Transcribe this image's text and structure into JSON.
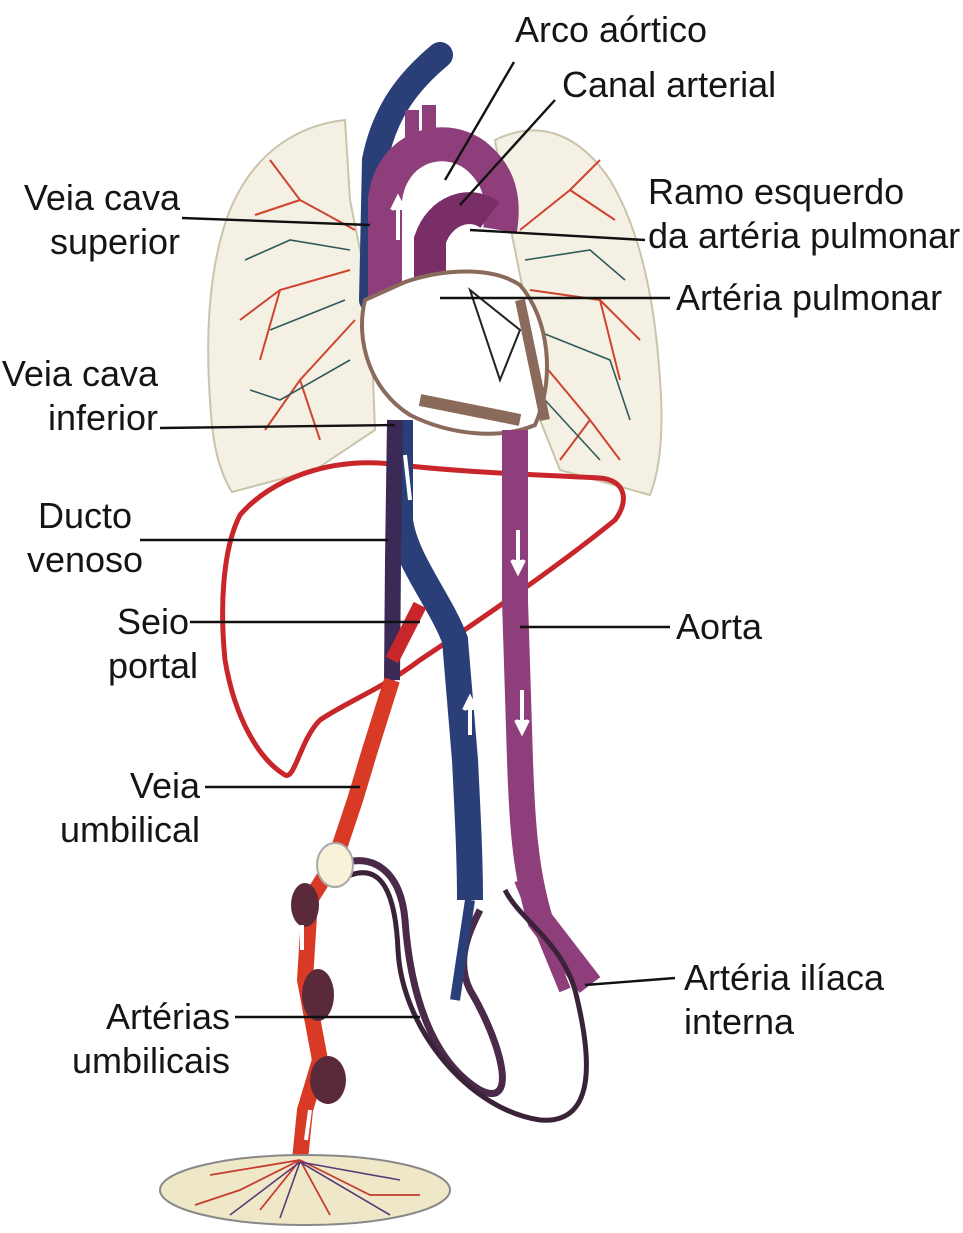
{
  "labels": {
    "arco_aortico": [
      "Arco aórtico"
    ],
    "canal_arterial": [
      "Canal arterial"
    ],
    "ramo_esquerdo": [
      "Ramo esquerdo",
      "da artéria pulmonar"
    ],
    "arteria_pulmonar": [
      "Artéria pulmonar"
    ],
    "veia_cava_superior": [
      "Veia cava",
      "superior"
    ],
    "veia_cava_inferior": [
      "Veia cava",
      "inferior"
    ],
    "ducto_venoso": [
      "Ducto",
      "venoso"
    ],
    "seio_portal": [
      "Seio",
      "portal"
    ],
    "aorta": [
      "Aorta"
    ],
    "veia_umbilical": [
      "Veia",
      "umbilical"
    ],
    "arteria_iliaca_interna": [
      "Artéria ilíaca",
      "interna"
    ],
    "arterias_umbilicais": [
      "Artérias",
      "umbilicais"
    ]
  },
  "colors": {
    "vein_blue": "#2a3f78",
    "artery_purple": "#8e3e7a",
    "oxygenated_red": "#d83a26",
    "liver_outline": "#c8262a",
    "lung_fill": "#f4f1e4",
    "heart_brown": "#8a6a5a"
  }
}
